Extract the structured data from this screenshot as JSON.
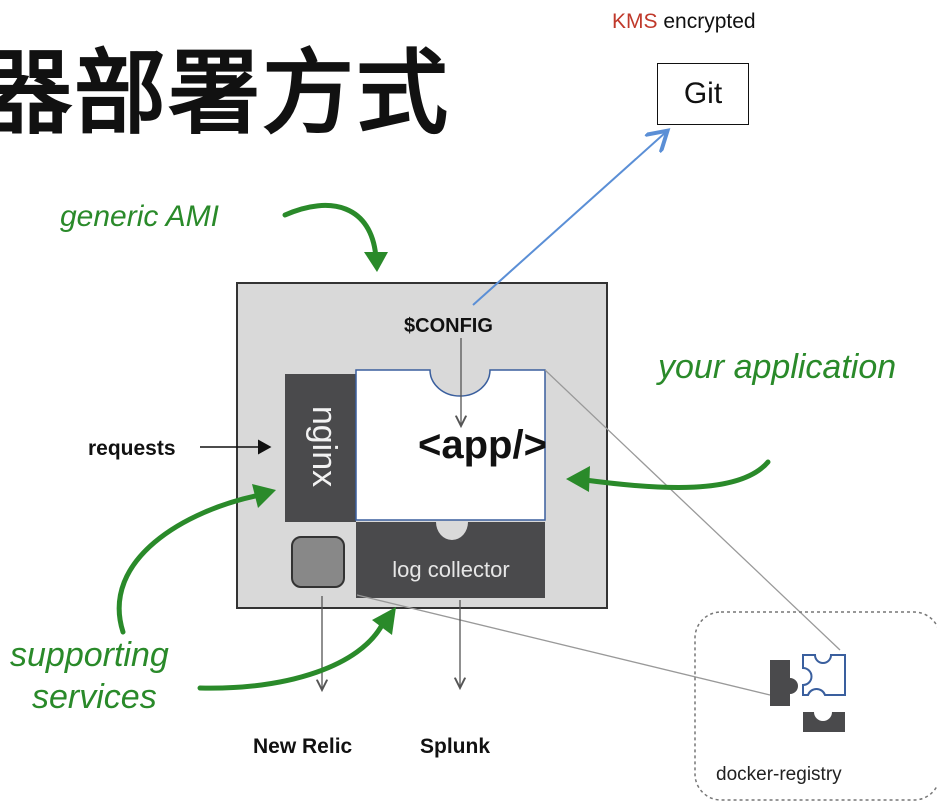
{
  "title": "器部署方式",
  "git_box": {
    "annotation_prefix": "KMS",
    "annotation_suffix": " encrypted",
    "label": "Git",
    "annotation_prefix_color": "#c0392b"
  },
  "labels": {
    "generic_ami": "generic AMI",
    "your_application": "your application",
    "supporting_line1": "supporting",
    "supporting_line2": "services",
    "requests": "requests",
    "config": "$CONFIG",
    "new_relic": "New Relic",
    "splunk": "Splunk",
    "app": "<app/>",
    "nginx": "nginx",
    "log_collector": "log collector",
    "docker_registry": "docker-registry"
  },
  "colors": {
    "green_arrow": "#2a8a2a",
    "blue_line": "#5b8fd6",
    "instance_fill": "#d9d9d9",
    "dark_piece": "#4a4a4c",
    "app_outline": "#3a5f9e"
  }
}
